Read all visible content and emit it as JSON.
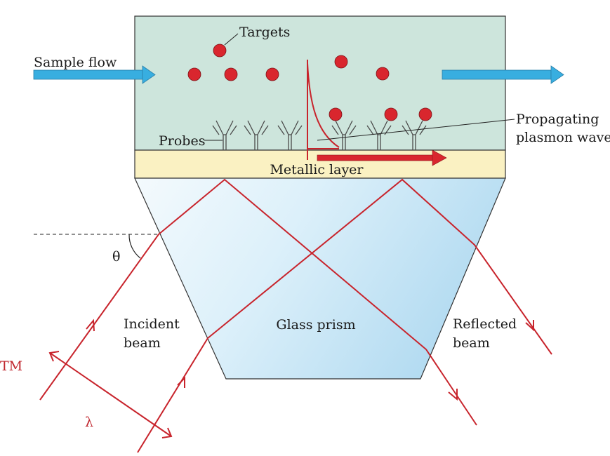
{
  "labels": {
    "sample_flow": "Sample flow",
    "targets": "Targets",
    "probes": "Probes",
    "propagating_line1": "Propagating",
    "propagating_line2": "plasmon wave",
    "metallic_layer": "Metallic layer",
    "theta": "θ",
    "incident_line1": "Incident",
    "incident_line2": "beam",
    "glass_prism": "Glass prism",
    "reflected_line1": "Reflected",
    "reflected_line2": "beam",
    "tm": "TM",
    "lambda": "λ"
  },
  "colors": {
    "flow_cell": "#cde5dc",
    "metallic_layer": "#faf1c2",
    "prism_light": "#eef7fc",
    "prism_dark": "#b5dcf2",
    "beam": "#c8242c",
    "target": "#d9262e",
    "flow_arrow": "#38aee0",
    "probe": "#4a4a4a"
  }
}
